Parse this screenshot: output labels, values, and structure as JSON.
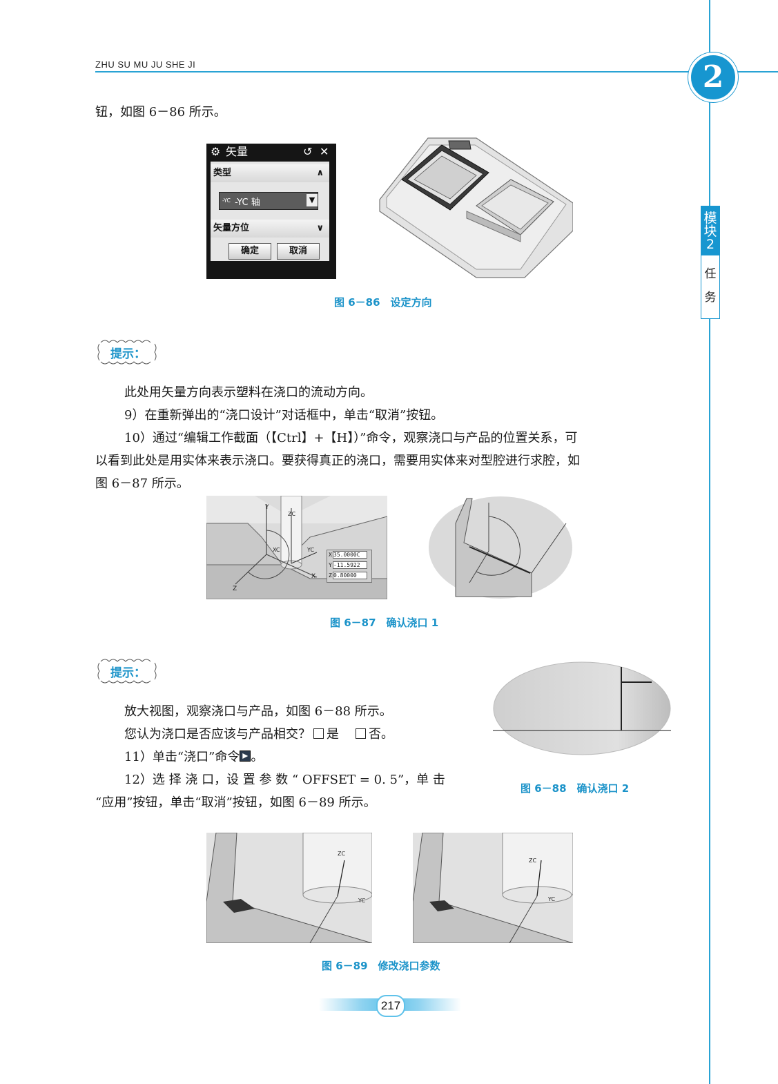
{
  "header": {
    "running_title": "ZHU SU MU JU SHE JI",
    "chapter_number": "2"
  },
  "side_tab": {
    "line1": "模块2",
    "line2": "任务"
  },
  "paragraphs": {
    "p0": "钮，如图 6－86 所示。",
    "tip1_body": "此处用矢量方向表示塑料在浇口的流动方向。",
    "p9": "9）在重新弹出的“浇口设计”对话框中，单击“取消”按钮。",
    "p10_l1": "10）通过“编辑工作截面（【Ctrl】+【H】）”命令，观察浇口与产品的位置关系，可",
    "p10_l2": "以看到此处是用实体来表示浇口。要获得真正的浇口，需要用实体来对型腔进行求腔，如",
    "p10_l3": "图 6－87 所示。",
    "tip2_l1": "放大视图，观察浇口与产品，如图 6－88 所示。",
    "tip2_l2_a": "您认为浇口是否应该与产品相交？",
    "tip2_opt_yes": "是",
    "tip2_opt_no": "否。",
    "p11_a": "11）单击“浇口”命令",
    "p11_b": "。",
    "p12_l1": "12）选 择 浇 口，设 置 参 数 “ OFFSET = 0. 5”，单 击",
    "p12_l2": "“应用”按钮，单击“取消”按钮，如图 6－89 所示。"
  },
  "tips": {
    "label": "提示："
  },
  "captions": {
    "fig86": "图 6－86　设定方向",
    "fig87": "图 6－87　确认浇口 1",
    "fig88": "图 6－88　确认浇口 2",
    "fig89": "图 6－89　修改浇口参数"
  },
  "dialog": {
    "title": "矢量",
    "type_label": "类型",
    "select_prefix": "-YC",
    "select_value": "-YC 轴",
    "vector_label": "矢量方位",
    "ok": "确定",
    "cancel": "取消"
  },
  "fig87_readout": {
    "x": "35.0000C",
    "y": "-11.5922",
    "z": "0.80000"
  },
  "axis_labels": {
    "zc": "ZC",
    "yc": "YC",
    "xc": "XC",
    "x": "X",
    "y": "Y",
    "z": "Z"
  },
  "page_number": "217",
  "colors": {
    "accent": "#1b93c9",
    "line": "#29a3d4"
  }
}
